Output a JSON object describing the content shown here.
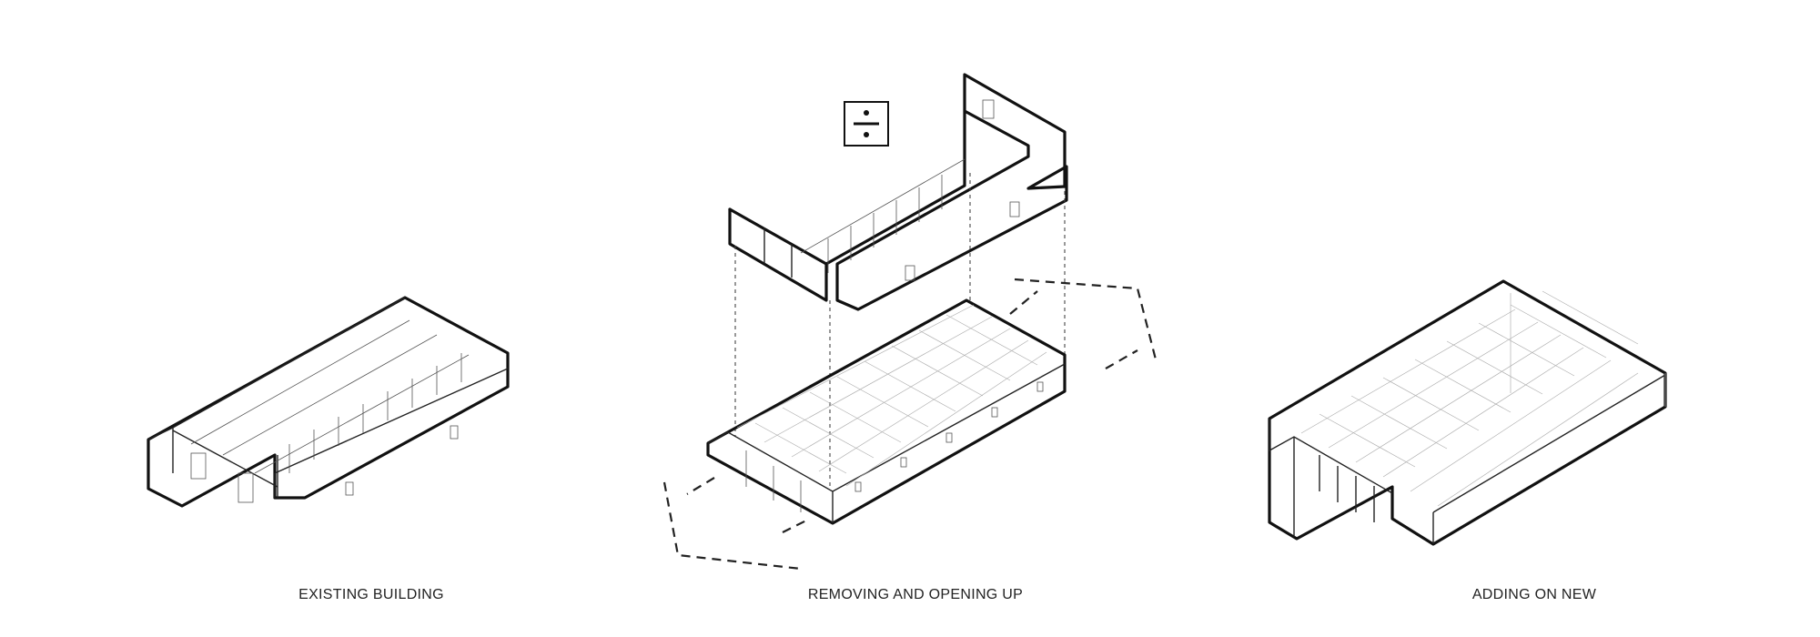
{
  "captions": {
    "existing": "EXISTING BUILDING",
    "removing": "REMOVING AND OPENING UP",
    "adding": "ADDING ON NEW"
  },
  "icons": {
    "subtract": "division-sign-icon"
  },
  "colors": {
    "line": "#111111",
    "faint": "#b0b0b0",
    "background": "#ffffff"
  }
}
